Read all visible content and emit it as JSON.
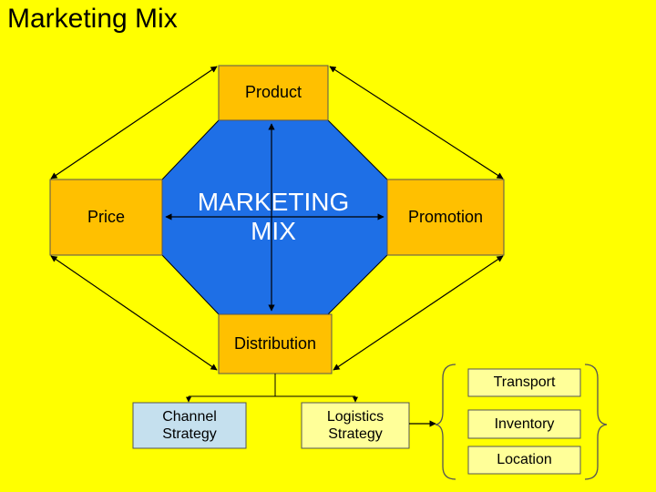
{
  "title": "Marketing Mix",
  "center": {
    "line1": "MARKETING",
    "line2": "MIX"
  },
  "product": "Product",
  "price": "Price",
  "promotion": "Promotion",
  "distribution": "Distribution",
  "channel": {
    "line1": "Channel",
    "line2": "Strategy"
  },
  "logistics": {
    "line1": "Logistics",
    "line2": "Strategy"
  },
  "transport": "Transport",
  "inventory": "Inventory",
  "location": "Location",
  "colors": {
    "background": "#ffff00",
    "box_fill": "#ffc000",
    "octagon_fill": "#1e6fe6",
    "channel_fill": "#c5e0ee",
    "small_box_fill": "#ffff99"
  }
}
